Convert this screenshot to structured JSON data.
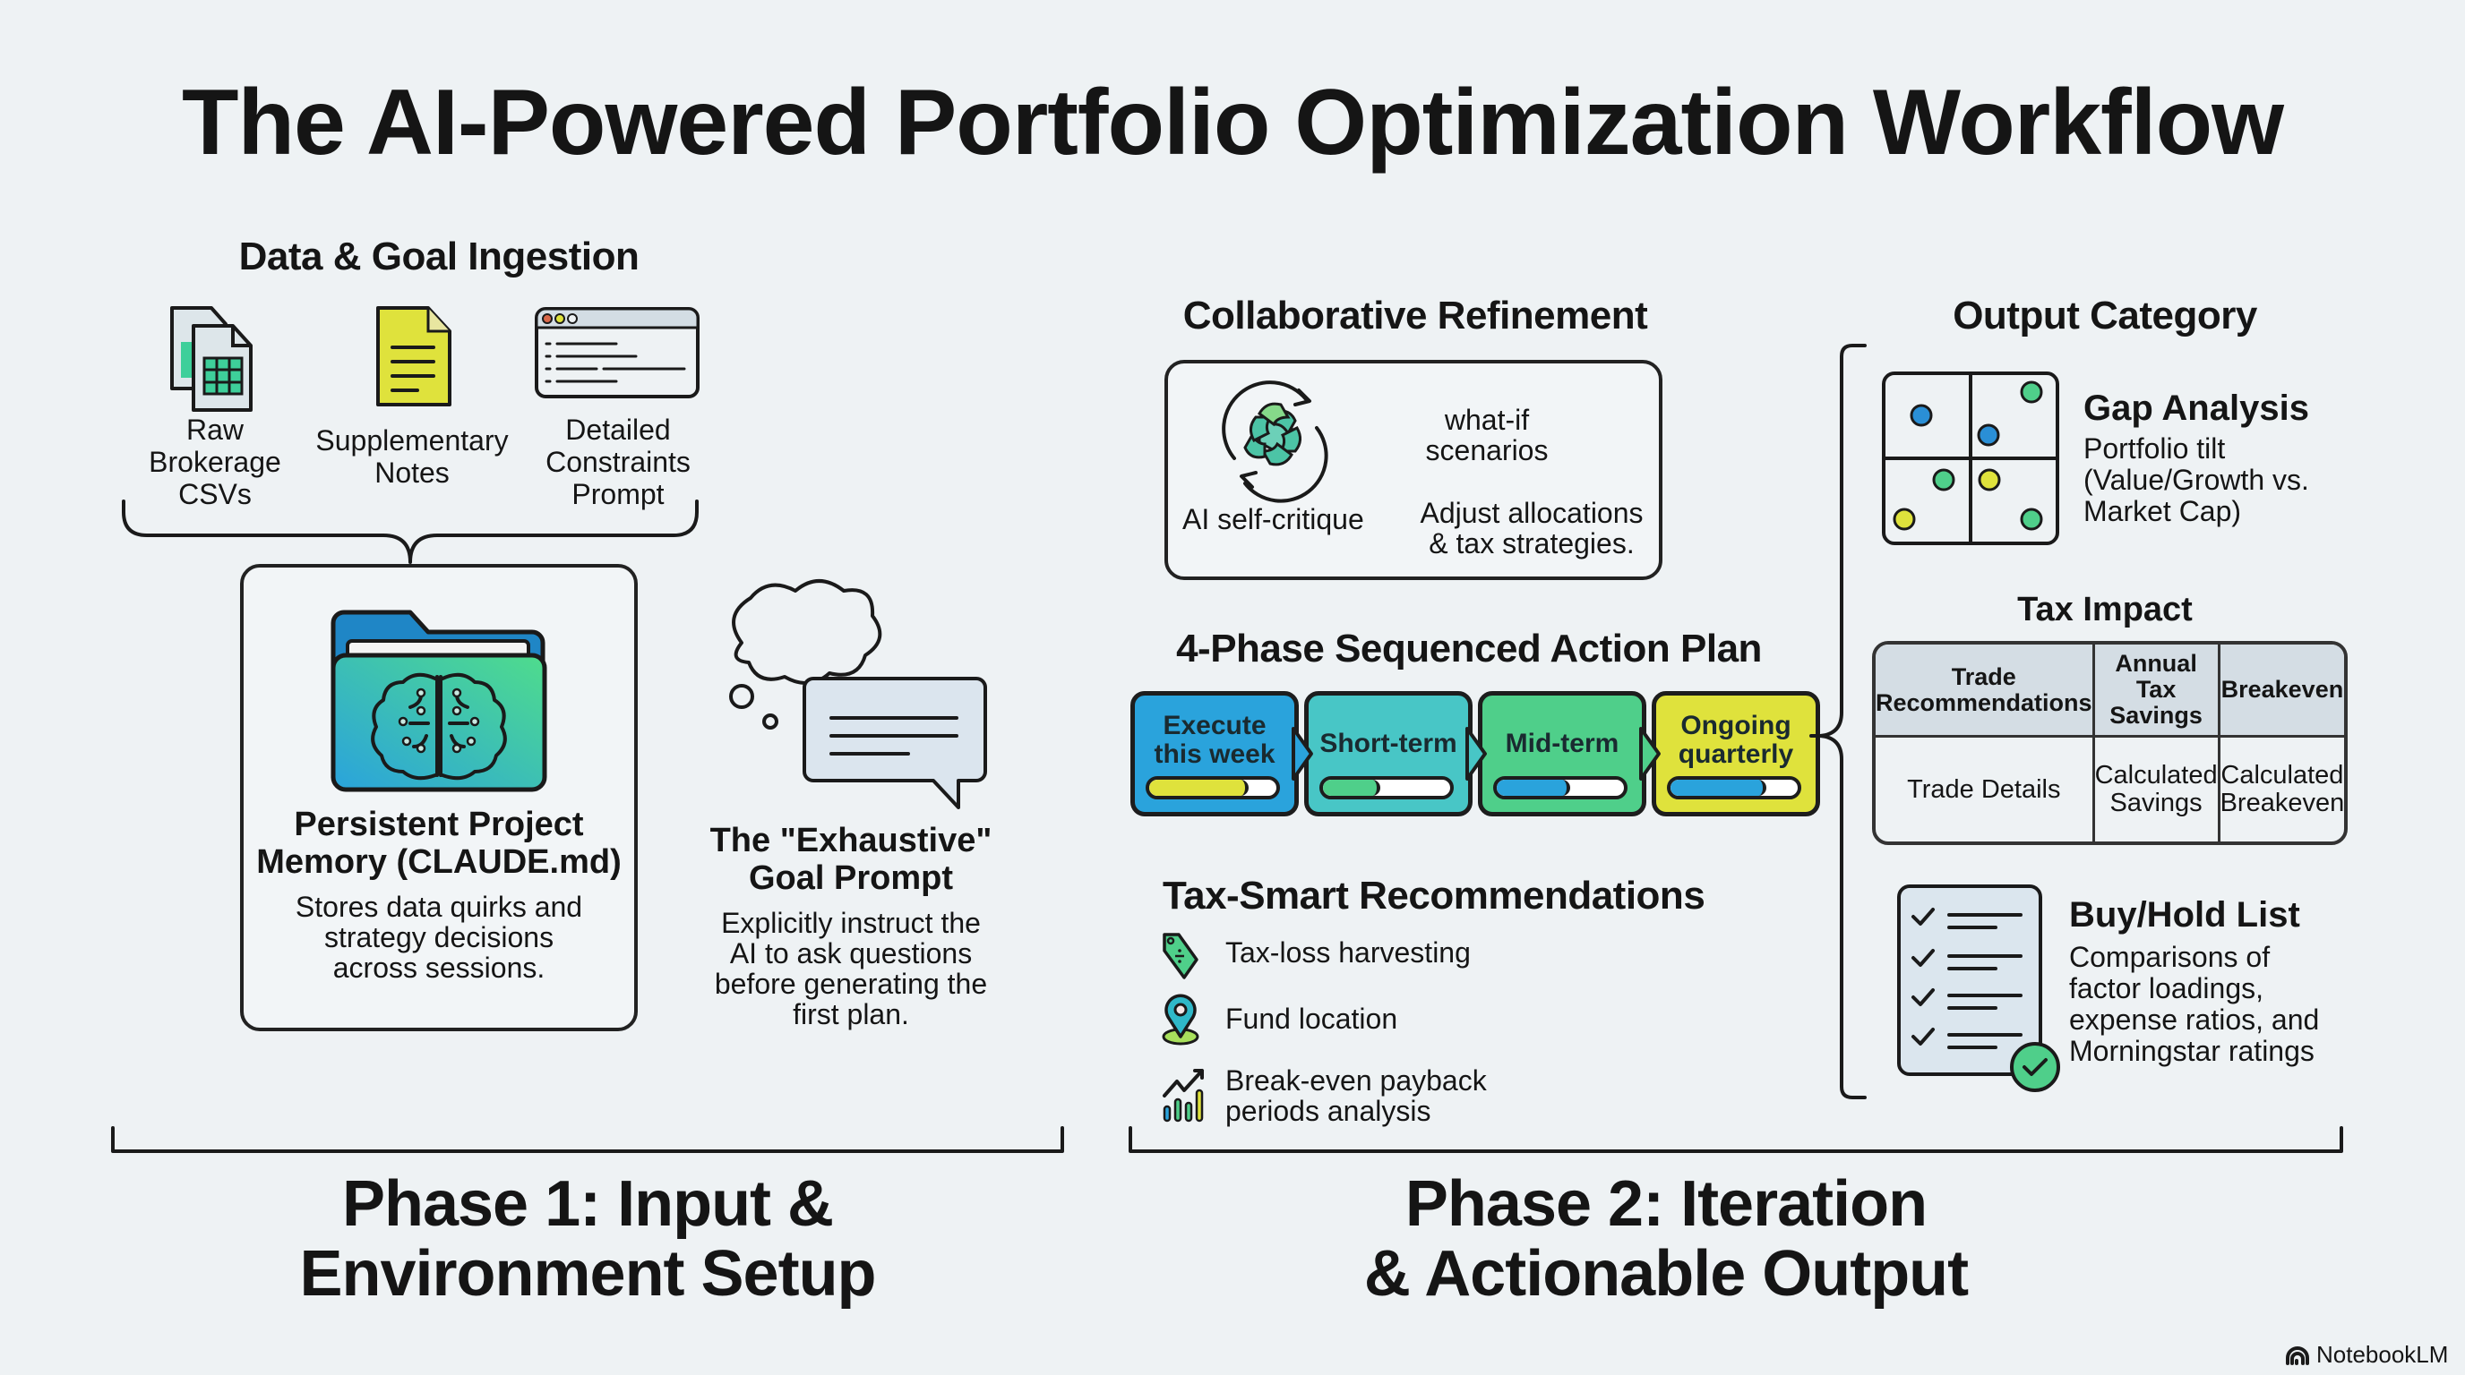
{
  "title": "The AI-Powered Portfolio Optimization Workflow",
  "phase1": {
    "ingestion": {
      "heading": "Data & Goal Ingestion",
      "items": [
        {
          "icon": "spreadsheet-files-icon",
          "label_lines": [
            "Raw",
            "Brokerage",
            "CSVs"
          ]
        },
        {
          "icon": "note-document-icon",
          "label_lines": [
            "Supplementary",
            "Notes"
          ]
        },
        {
          "icon": "prompt-window-icon",
          "label_lines": [
            "Detailed",
            "Constraints",
            "Prompt"
          ]
        }
      ]
    },
    "memory": {
      "icon": "brain-folder-icon",
      "title_lines": [
        "Persistent Project",
        "Memory (CLAUDE.md)"
      ],
      "desc_lines": [
        "Stores data quirks and",
        "strategy decisions",
        "across sessions."
      ]
    },
    "goal_prompt": {
      "icon": "thought-speech-bubble-icon",
      "title_lines": [
        "The \"Exhaustive\"",
        "Goal Prompt"
      ],
      "desc_lines": [
        "Explicitly instruct the",
        "AI to ask questions",
        "before generating the",
        "first plan."
      ]
    },
    "label_lines": [
      "Phase 1: Input &",
      "Environment Setup"
    ]
  },
  "phase2": {
    "refinement": {
      "heading": "Collaborative Refinement",
      "icon": "ai-cycle-icon",
      "self_critique": "AI self-critique",
      "what_if_lines": [
        "what-if",
        "scenarios"
      ],
      "adjust_lines": [
        "Adjust allocations",
        "& tax strategies."
      ]
    },
    "action_plan": {
      "heading": "4-Phase Sequenced Action Plan",
      "steps": [
        {
          "label_lines": [
            "Execute",
            "this week"
          ],
          "color": "#2aa3dc",
          "bar_color": "#dfe23c",
          "progress": 0.78
        },
        {
          "label_lines": [
            "Short-term"
          ],
          "color": "#48c6c6",
          "bar_color": "#4fcf8a",
          "progress": 0.45
        },
        {
          "label_lines": [
            "Mid-term"
          ],
          "color": "#4fcf8a",
          "bar_color": "#2aa3dc",
          "progress": 0.58
        },
        {
          "label_lines": [
            "Ongoing",
            "quarterly"
          ],
          "color": "#dfe23c",
          "bar_color": "#2aa3dc",
          "progress": 0.75
        }
      ]
    },
    "tax_smart": {
      "heading": "Tax-Smart Recommendations",
      "items": [
        {
          "icon": "price-tag-icon",
          "label_lines": [
            "Tax-loss harvesting"
          ]
        },
        {
          "icon": "location-pin-icon",
          "label_lines": [
            "Fund location"
          ]
        },
        {
          "icon": "growth-chart-icon",
          "label_lines": [
            "Break-even payback",
            "periods analysis"
          ]
        }
      ]
    },
    "output": {
      "heading": "Output Category",
      "gap_analysis": {
        "icon": "quadrant-matrix-icon",
        "title": "Gap Analysis",
        "desc_lines": [
          "Portfolio tilt",
          "(Value/Growth vs.",
          "Market Cap)"
        ]
      },
      "tax_impact": {
        "title": "Tax Impact",
        "headers": [
          [
            "Trade",
            "Recommendations"
          ],
          [
            "Annual",
            "Tax",
            "Savings"
          ],
          [
            "Breakeven"
          ]
        ],
        "row": [
          [
            "Trade Details"
          ],
          [
            "Calculated",
            "Savings"
          ],
          [
            "Calculated",
            "Breakeven"
          ]
        ]
      },
      "buy_hold": {
        "icon": "checklist-icon",
        "title": "Buy/Hold List",
        "desc_lines": [
          "Comparisons of",
          "factor loadings,",
          "expense ratios, and",
          "Morningstar ratings"
        ]
      }
    },
    "label_lines": [
      "Phase 2: Iteration",
      "& Actionable Output"
    ]
  },
  "branding": {
    "icon": "notebooklm-logo-icon",
    "label": "NotebookLM"
  },
  "colors": {
    "blue": "#2aa3dc",
    "teal": "#48c6c6",
    "green": "#4fcf8a",
    "yellow": "#dfe23c",
    "background": "#eef2f4"
  }
}
